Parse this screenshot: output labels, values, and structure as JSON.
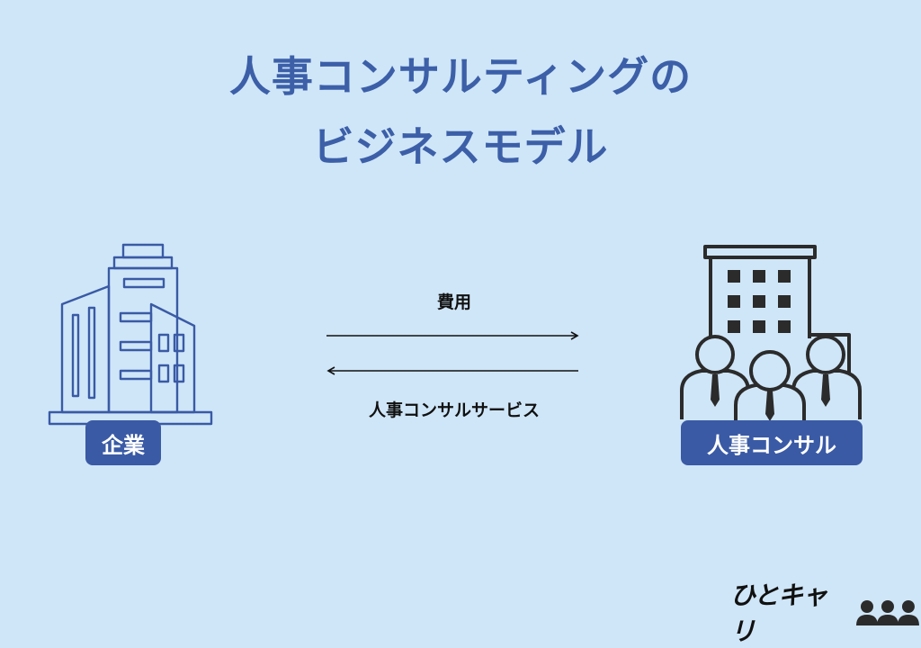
{
  "title": {
    "line1": "人事コンサルティングの",
    "line2": "ビジネスモデル"
  },
  "left_entity": {
    "label": "企業",
    "icon": "office-building-icon"
  },
  "right_entity": {
    "label": "人事コンサル",
    "icon": "consultants-building-icon"
  },
  "flows": {
    "to_right_label": "費用",
    "to_left_label": "人事コンサルサービス"
  },
  "logo": {
    "text": "ひとキャリ",
    "icon": "people-group-icon"
  },
  "colors": {
    "background": "#cfe6f8",
    "accent": "#3a5aa5",
    "title": "#3c5fa8",
    "icon_dark": "#2b2b2b"
  }
}
